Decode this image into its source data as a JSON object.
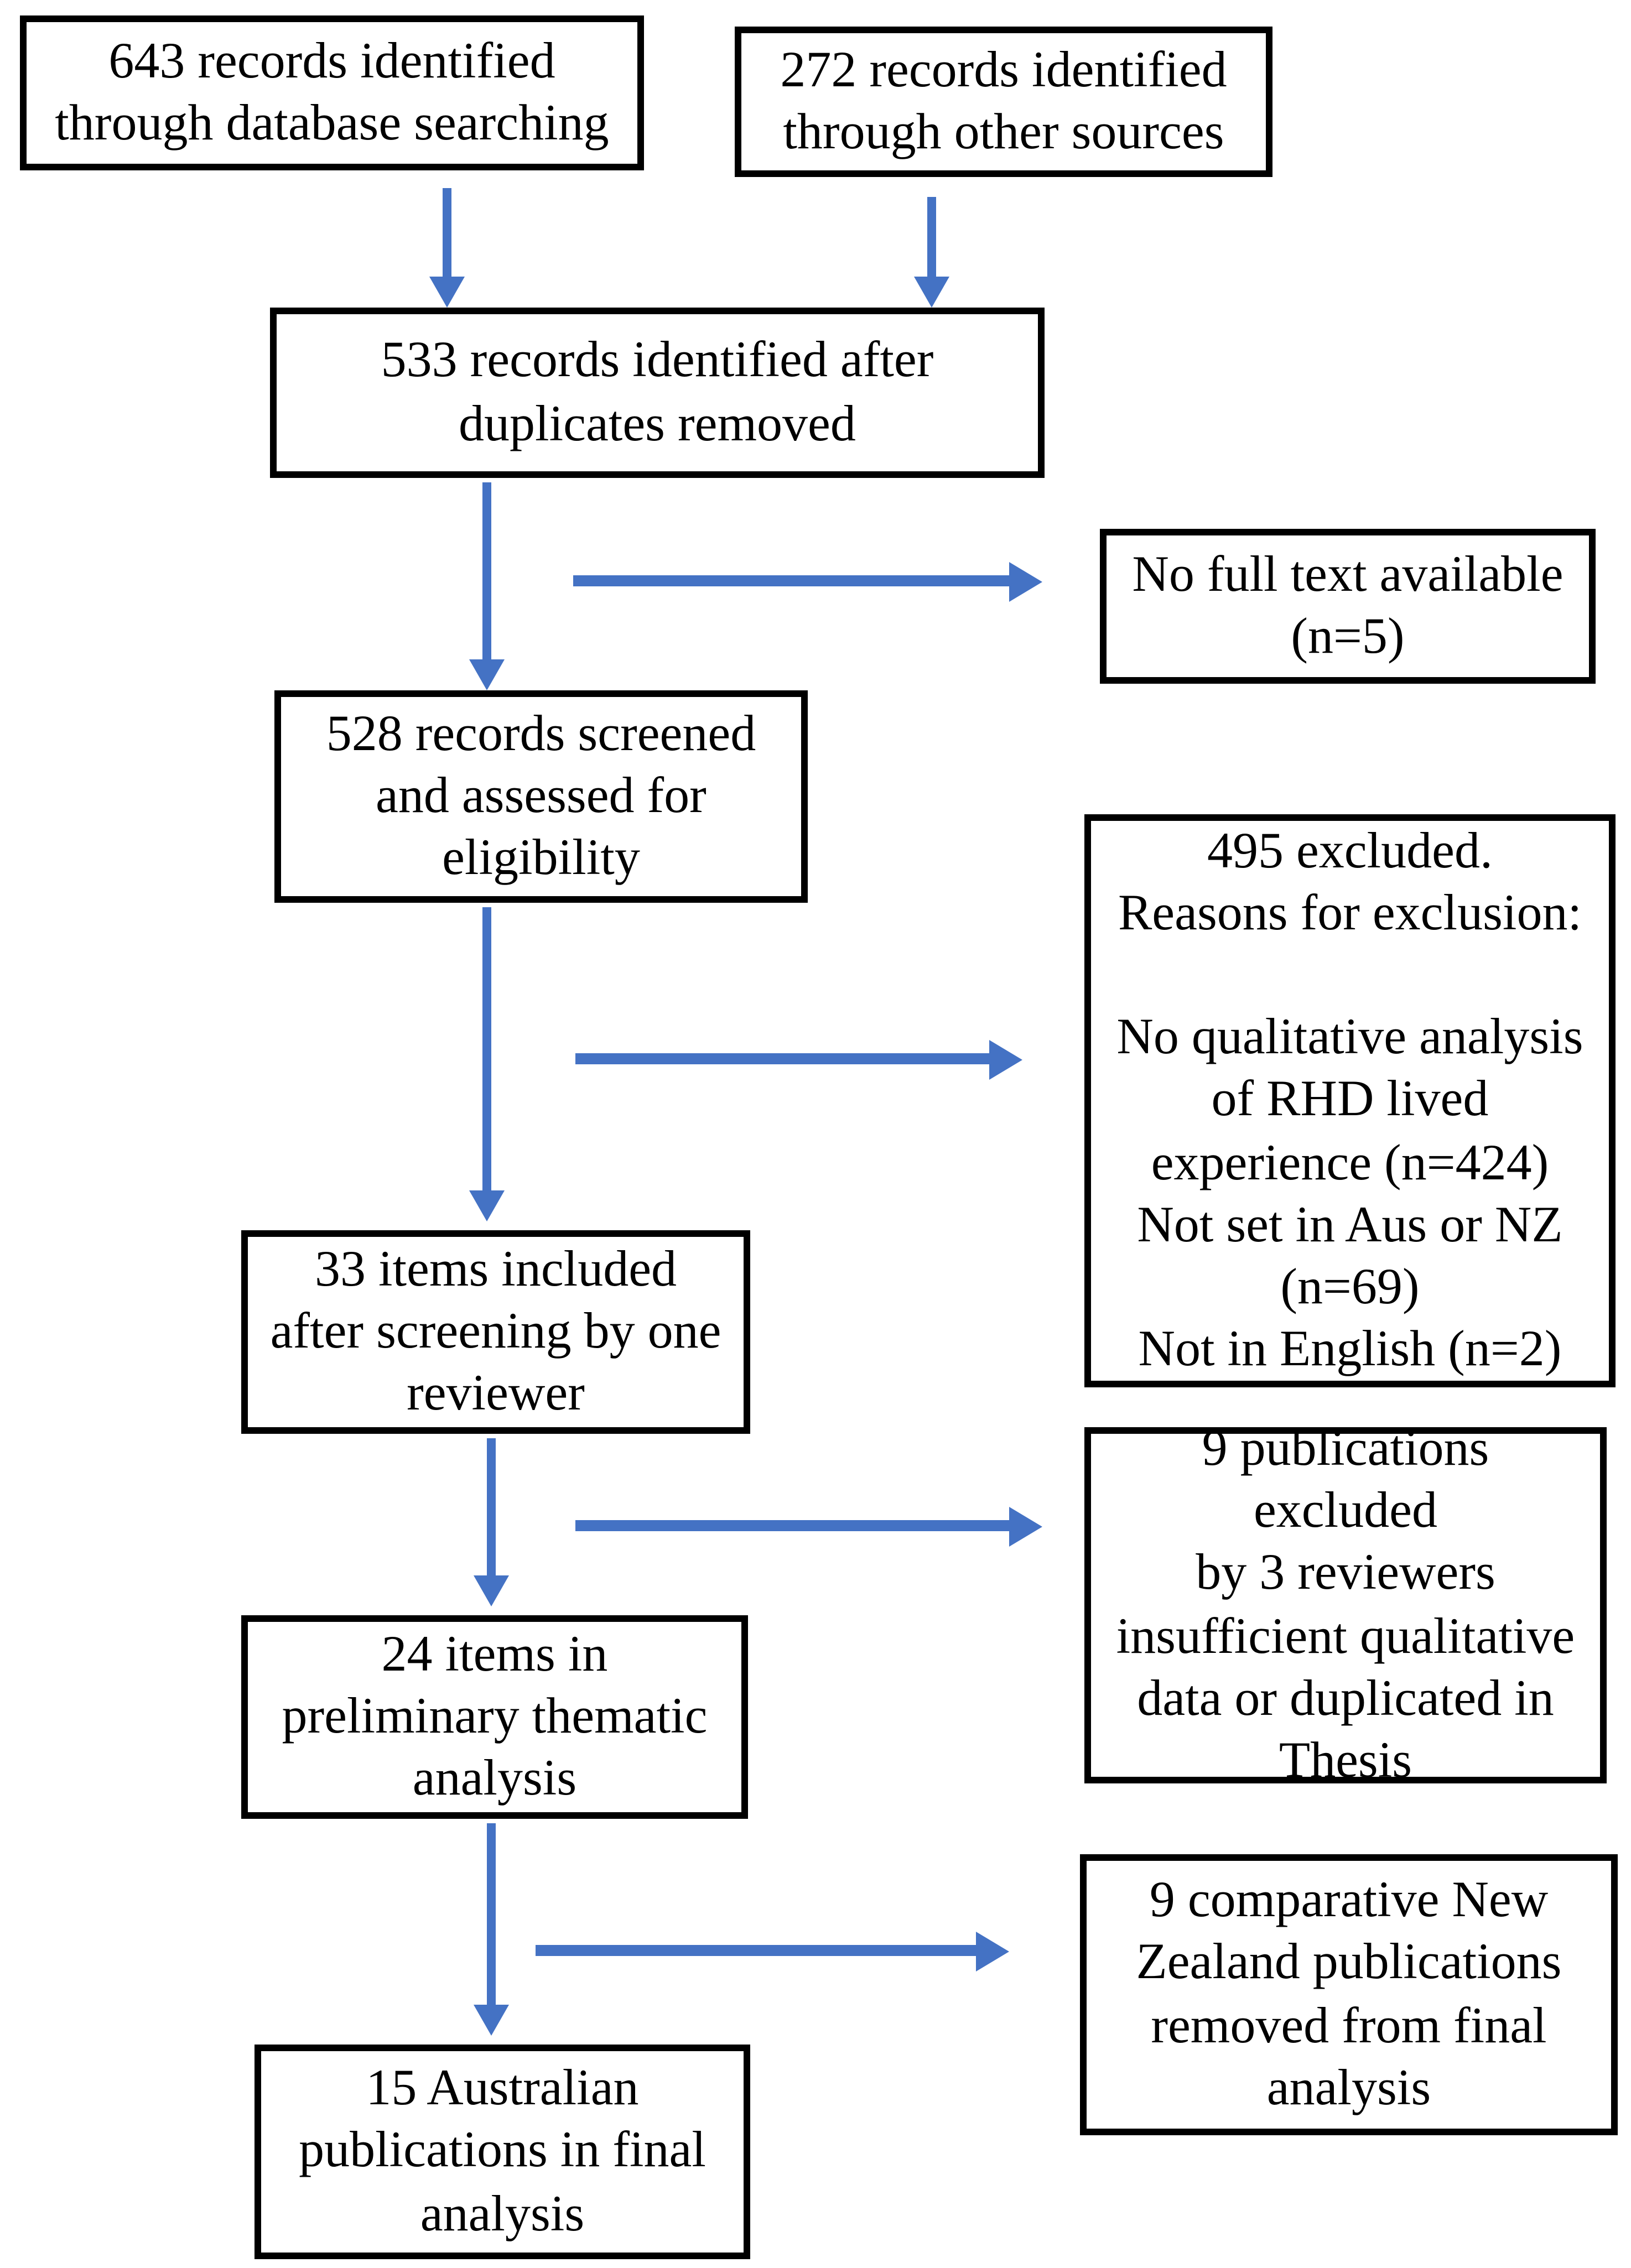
{
  "colors": {
    "arrow": "#4472C4",
    "box_border": "#000000",
    "background": "#ffffff",
    "text": "#000000"
  },
  "boxes": {
    "db_search": {
      "text": "643 records identified\nthrough database searching"
    },
    "other_sources": {
      "text": "272 records identified\nthrough other sources"
    },
    "after_duplicates": {
      "text": "533 records identified after\nduplicates removed"
    },
    "no_full_text": {
      "text": "No full text available\n(n=5)"
    },
    "screened": {
      "text": "528 records screened\nand assessed for\neligibility"
    },
    "excluded_reasons": {
      "text": "495 excluded.\nReasons for exclusion:\n\nNo qualitative analysis\nof RHD lived\nexperience (n=424)\nNot set in Aus or NZ\n(n=69)\nNot in English (n=2)"
    },
    "included_33": {
      "text": "33 items included\nafter screening by one\nreviewer"
    },
    "pubs_excluded": {
      "text": "9 publications excluded\nby 3 reviewers\ninsufficient qualitative\ndata or duplicated in\nThesis"
    },
    "thematic_24": {
      "text": "24 items in\npreliminary thematic\nanalysis"
    },
    "nz_removed": {
      "text": "9 comparative New\nZealand publications\nremoved from final\nanalysis"
    },
    "final_15": {
      "text": "15 Australian\npublications in final\nanalysis"
    }
  }
}
